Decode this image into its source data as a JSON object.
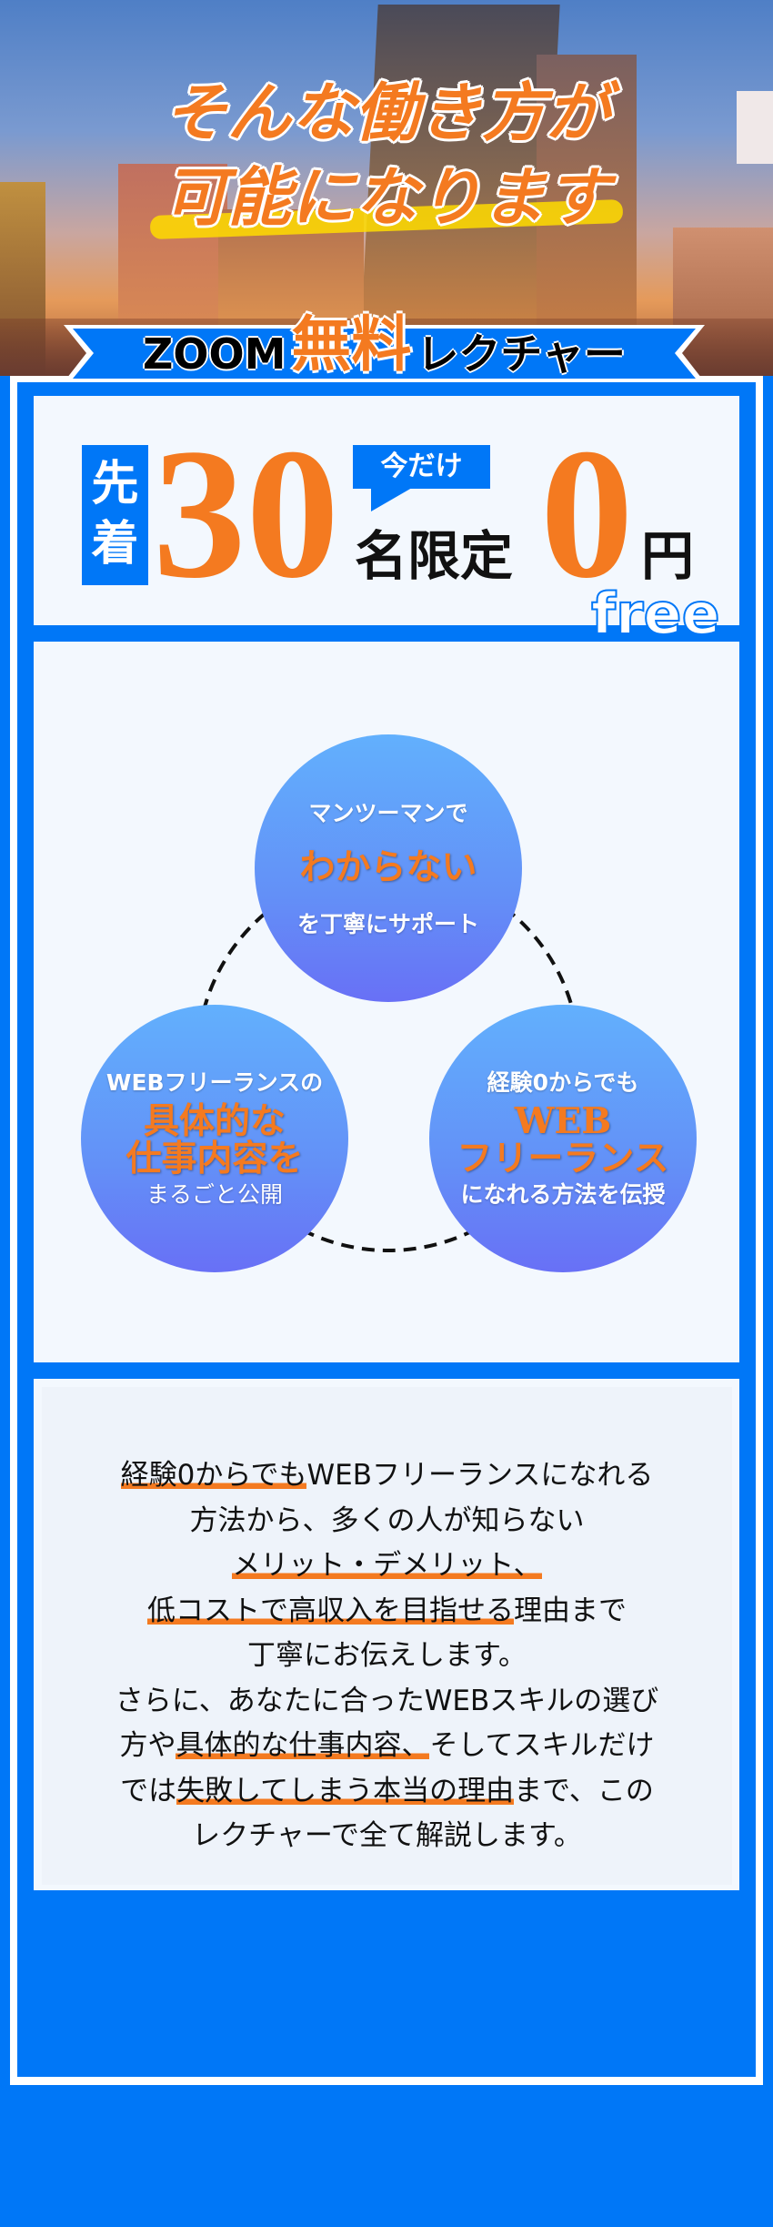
{
  "hero": {
    "title_line1": "そんな働き方が",
    "title_line2": "可能になります"
  },
  "ribbon": {
    "prefix": "ZOOM",
    "highlight": "無料",
    "suffix": "レクチャー"
  },
  "offer": {
    "first_come": "先着",
    "count": "30",
    "only_now": "今だけ",
    "people_limited": "名限定",
    "price": "0",
    "yen": "円",
    "free": "free"
  },
  "features": [
    {
      "top": "マンツーマンで",
      "highlight": [
        "わからない"
      ],
      "bottom": "を丁寧にサポート"
    },
    {
      "top": "WEBフリーランスの",
      "highlight": [
        "具体的な",
        "仕事内容を"
      ],
      "bottom": "まるごと公開"
    },
    {
      "top": "経験0からでも",
      "highlight": [
        "WEB",
        "フリーランス"
      ],
      "bottom": "になれる方法を伝授"
    }
  ],
  "description": {
    "l1a": "経験0からでも",
    "l1b": "WEBフリーランスになれる",
    "l2": "方法から、多くの人が知らない",
    "l3": "メリット・デメリット、",
    "l4a": "低コストで高収入を目指せる",
    "l4b": "理由まで",
    "l5": "丁寧にお伝えします。",
    "l6": "さらに、あなたに合ったWEBスキルの選び",
    "l7a": "方や",
    "l7b": "具体的な仕事内容、",
    "l7c": "そしてスキルだけ",
    "l8a": "では",
    "l8b": "失敗してしまう本当の理由",
    "l8c": "まで、この",
    "l9": "レクチャーで全て解説します。"
  },
  "colors": {
    "brand_blue": "#0077f7",
    "accent_orange": "#f47a20"
  }
}
